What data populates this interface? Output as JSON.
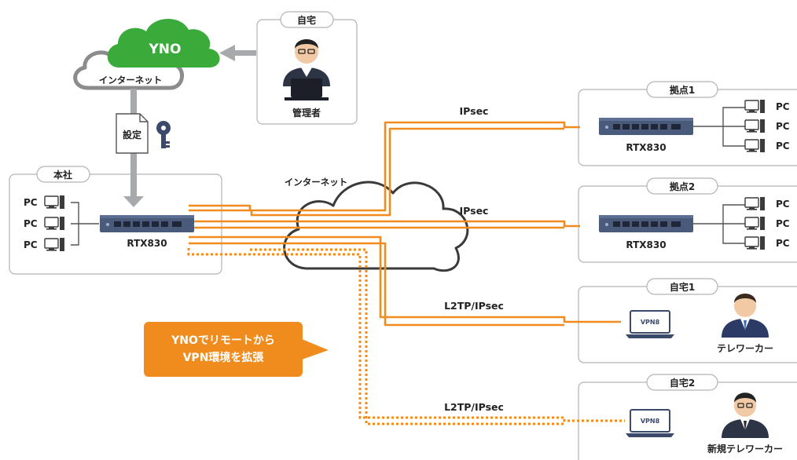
{
  "cloud_ynq": {
    "label": "YNO"
  },
  "cloud_internet_top": {
    "label": "インターネット"
  },
  "home_admin": {
    "title": "自宅",
    "person": "管理者"
  },
  "config_doc": {
    "label": "設定"
  },
  "hq": {
    "title": "本社",
    "router": "RTX830",
    "pcs": [
      "PC",
      "PC",
      "PC"
    ]
  },
  "internet_cloud": {
    "label": "インターネット"
  },
  "sites": [
    {
      "title": "拠点1",
      "router": "RTX830",
      "pcs": [
        "PC",
        "PC",
        "PC"
      ]
    },
    {
      "title": "拠点2",
      "router": "RTX830",
      "pcs": [
        "PC",
        "PC",
        "PC"
      ]
    }
  ],
  "homes": [
    {
      "title": "自宅1",
      "person": "テレワーカー",
      "laptop": "VPN8"
    },
    {
      "title": "自宅2",
      "person": "新規テレワーカー",
      "laptop": "VPN8"
    }
  ],
  "links": [
    {
      "label": "IPsec"
    },
    {
      "label": "IPsec"
    },
    {
      "label": "L2TP/IPsec"
    },
    {
      "label": "L2TP/IPsec"
    }
  ],
  "callout": {
    "line1": "YNOでリモートから",
    "line2": "VPN環境を拡張"
  },
  "colors": {
    "orange": "#f08c1e",
    "green": "#3aab3a",
    "grey": "#a7a9ac",
    "router": "#4a5a7a"
  }
}
